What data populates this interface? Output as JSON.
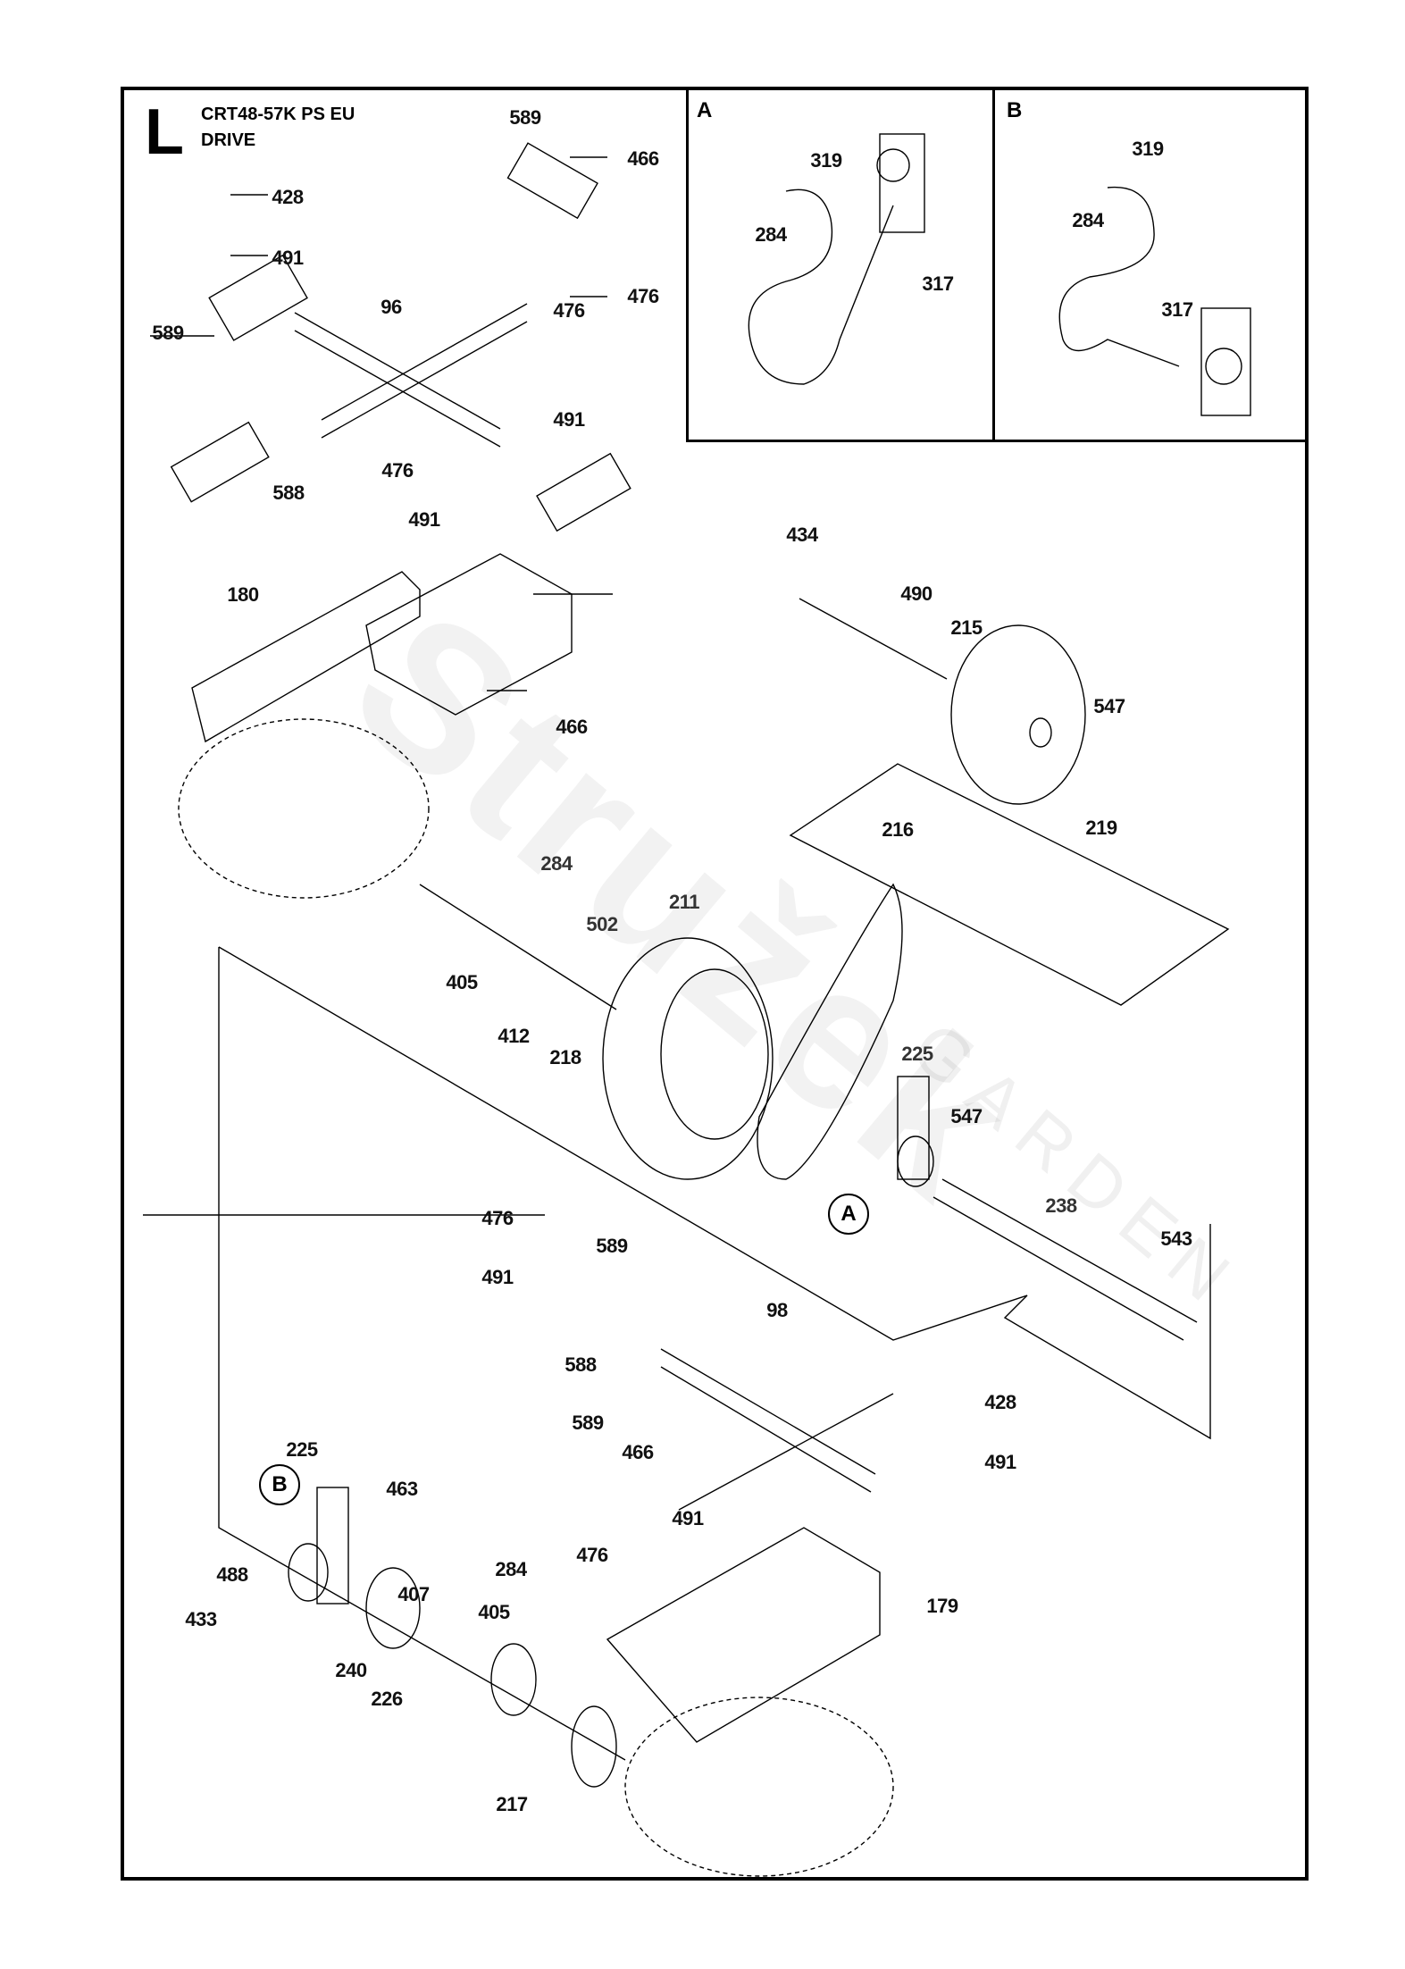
{
  "header": {
    "section_letter": "L",
    "model": "CRT48-57K PS EU",
    "assembly": "DRIVE"
  },
  "detail_panels": [
    {
      "letter": "A",
      "labels": [
        "319",
        "284",
        "317"
      ]
    },
    {
      "letter": "B",
      "labels": [
        "319",
        "284",
        "317"
      ]
    }
  ],
  "callouts": [
    "A",
    "B"
  ],
  "watermark": {
    "main": "Stružek",
    "sub": "GARDEN"
  },
  "part_labels": {
    "p589a": "589",
    "p466a": "466",
    "p428a": "428",
    "p491a": "491",
    "p476a": "476",
    "p96": "96",
    "p589b": "589",
    "p476b": "476",
    "p491b": "491",
    "p588a": "588",
    "p476c": "476",
    "p491c": "491",
    "p180": "180",
    "p466b": "466",
    "p434": "434",
    "p490": "490",
    "p215": "215",
    "p547a": "547",
    "p219": "219",
    "p216": "216",
    "p284a": "284",
    "p502": "502",
    "p211": "211",
    "p405a": "405",
    "p412": "412",
    "p218": "218",
    "p225a": "225",
    "p547b": "547",
    "p238": "238",
    "p543": "543",
    "p476d": "476",
    "p589c": "589",
    "p491d": "491",
    "p588b": "588",
    "p98": "98",
    "p428b": "428",
    "p491e": "491",
    "p589d": "589",
    "p466c": "466",
    "p491f": "491",
    "p476e": "476",
    "p225b": "225",
    "p463": "463",
    "p433": "433",
    "p488": "488",
    "p284b": "284",
    "p407": "407",
    "p405b": "405",
    "p179": "179",
    "p240": "240",
    "p226": "226",
    "p217": "217"
  },
  "panel_a_labels": {
    "p319": "319",
    "p284": "284",
    "p317": "317"
  },
  "panel_b_labels": {
    "p319": "319",
    "p284": "284",
    "p317": "317"
  }
}
